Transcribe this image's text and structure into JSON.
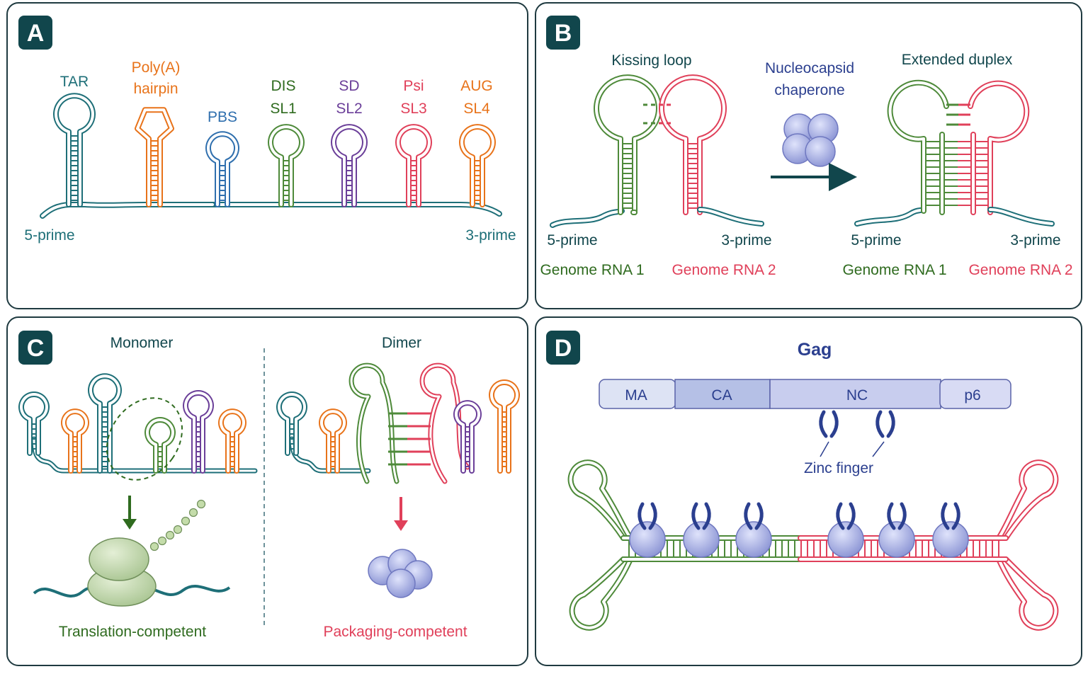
{
  "colors": {
    "teal": "#1e6f78",
    "orange": "#e8731a",
    "blue": "#2f6fae",
    "green": "#4e8a3a",
    "dark_green": "#2f6b1f",
    "purple": "#6b3f99",
    "red": "#e0405a",
    "navy": "#2b3f8f",
    "badge": "#11464c",
    "protein": "#b7bee8"
  },
  "panelA": {
    "badge": "A",
    "tar": "TAR",
    "polya_1": "Poly(A)",
    "polya_2": "hairpin",
    "pbs": "PBS",
    "dis_1": "DIS",
    "dis_2": "SL1",
    "sd_1": "SD",
    "sd_2": "SL2",
    "psi_1": "Psi",
    "psi_2": "SL3",
    "aug_1": "AUG",
    "aug_2": "SL4",
    "five_prime": "5-prime",
    "three_prime": "3-prime"
  },
  "panelB": {
    "badge": "B",
    "kissing_loop": "Kissing loop",
    "nc_1": "Nucleocapsid",
    "nc_2": "chaperone",
    "extended_duplex": "Extended duplex",
    "five_prime": "5-prime",
    "three_prime": "3-prime",
    "genome1": "Genome RNA 1",
    "genome2": "Genome RNA 2"
  },
  "panelC": {
    "badge": "C",
    "monomer": "Monomer",
    "dimer": "Dimer",
    "translation": "Translation-competent",
    "packaging": "Packaging-competent"
  },
  "panelD": {
    "badge": "D",
    "gag": "Gag",
    "ma": "MA",
    "ca": "CA",
    "nc": "NC",
    "p6": "p6",
    "zinc_finger": "Zinc finger"
  }
}
